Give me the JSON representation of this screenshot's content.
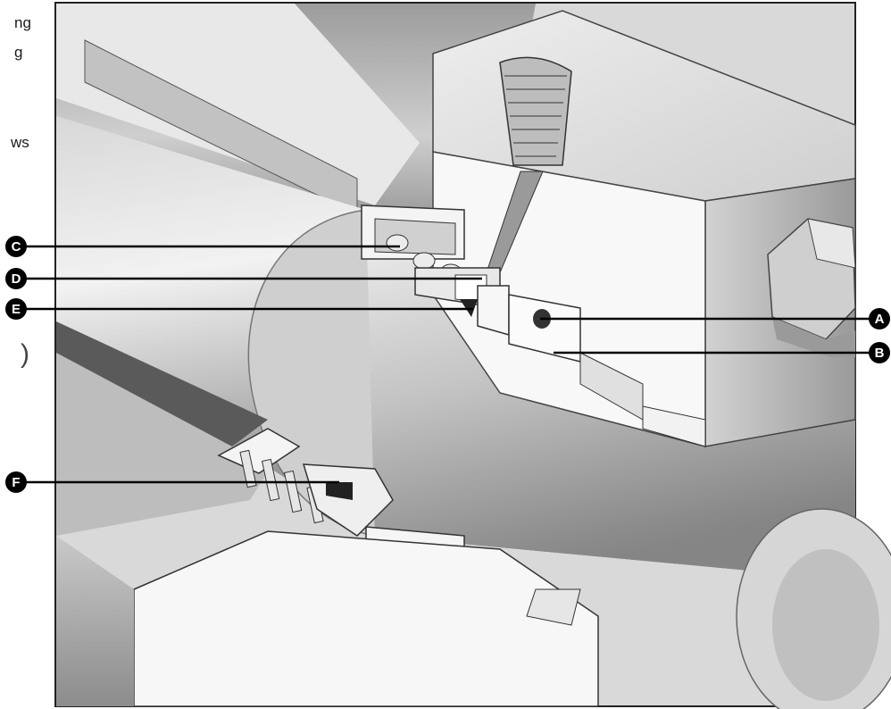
{
  "side_text": [
    "ng",
    "g",
    "ws",
    ")"
  ],
  "callouts": [
    {
      "id": "c",
      "letter": "C"
    },
    {
      "id": "d",
      "letter": "D"
    },
    {
      "id": "e",
      "letter": "E"
    },
    {
      "id": "a",
      "letter": "A"
    },
    {
      "id": "b",
      "letter": "B"
    },
    {
      "id": "f",
      "letter": "F"
    }
  ],
  "colors": {
    "ink": "#111111",
    "metal_light": "#e4e4e4",
    "metal_mid": "#b5b5b5",
    "metal_dark": "#6f6f6f",
    "face": "#f6f6f6"
  }
}
